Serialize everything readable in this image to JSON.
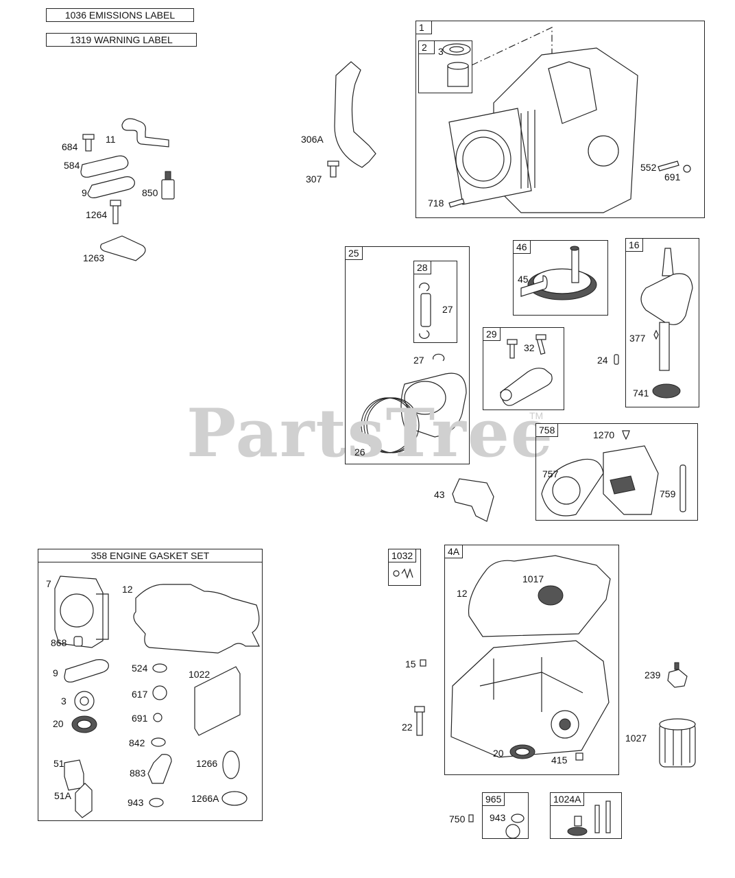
{
  "watermark": {
    "text": "PartsTree",
    "trademark": "TM"
  },
  "labels_top": {
    "emissions": "1036 EMISSIONS LABEL",
    "warning": "1319 WARNING LABEL"
  },
  "gasket_set": {
    "title": "358 ENGINE GASKET SET"
  },
  "group_tags": {
    "g1": "1",
    "g2": "2",
    "g25": "25",
    "g28": "28",
    "g46": "46",
    "g29": "29",
    "g16": "16",
    "g758": "758",
    "g1032": "1032",
    "g4A": "4A",
    "g965": "965",
    "g1024A": "1024A"
  },
  "callouts": {
    "c684": "684",
    "c11": "11",
    "c584": "584",
    "c9a": "9",
    "c850": "850",
    "c1264": "1264",
    "c1263": "1263",
    "c306A": "306A",
    "c307": "307",
    "c3a": "3",
    "c552": "552",
    "c691a": "691",
    "c718": "718",
    "c27a": "27",
    "c27b": "27",
    "c26": "26",
    "c45": "45",
    "c32": "32",
    "c24": "24",
    "c377": "377",
    "c741": "741",
    "c1270": "1270",
    "c757": "757",
    "c759": "759",
    "c43": "43",
    "c7": "7",
    "c12a": "12",
    "c868": "868",
    "c9b": "9",
    "c524": "524",
    "c1022": "1022",
    "c3b": "3",
    "c617": "617",
    "c691b": "691",
    "c20a": "20",
    "c842": "842",
    "c51": "51",
    "c883": "883",
    "c1266": "1266",
    "c51A": "51A",
    "c943a": "943",
    "c1266A": "1266A",
    "c12b": "12",
    "c1017": "1017",
    "c15": "15",
    "c239": "239",
    "c22": "22",
    "c1027": "1027",
    "c20b": "20",
    "c415": "415",
    "c750": "750",
    "c943b": "943"
  }
}
